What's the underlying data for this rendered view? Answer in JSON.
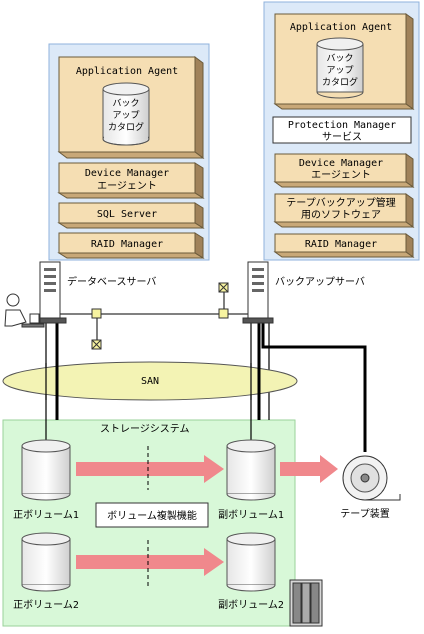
{
  "left_server": {
    "label": "データベースサーバ",
    "agent": "Application Agent",
    "catalog": [
      "バック",
      "アップ",
      "カタログ"
    ],
    "modules": [
      "Device Manager",
      "エージェント",
      "SQL Server",
      "RAID Manager"
    ]
  },
  "right_server": {
    "label": "バックアップサーバ",
    "agent": "Application Agent",
    "catalog": [
      "バック",
      "アップ",
      "カタログ"
    ],
    "pm": [
      "Protection Manager",
      "サービス"
    ],
    "modules": [
      "Device Manager",
      "エージェント",
      "テープバックアップ管理",
      "用のソフトウェア",
      "RAID Manager"
    ]
  },
  "san": "SAN",
  "storage": {
    "title": "ストレージシステム",
    "vol_p1": "正ボリューム1",
    "vol_s1": "副ボリューム1",
    "vol_p2": "正ボリューム2",
    "vol_s2": "副ボリューム2",
    "copy_func": "ボリューム複製機能"
  },
  "tape": "テープ装置",
  "colors": {
    "panel_fill": "#dce9f8",
    "panel_border": "#8fb2dc",
    "module_fill": "#f5deb3",
    "module_side": "#a0825a",
    "san_fill": "#f3f3b4",
    "storage_fill": "#d8f8d8",
    "storage_border": "#9ad29a",
    "arrow": "#f0888c"
  }
}
